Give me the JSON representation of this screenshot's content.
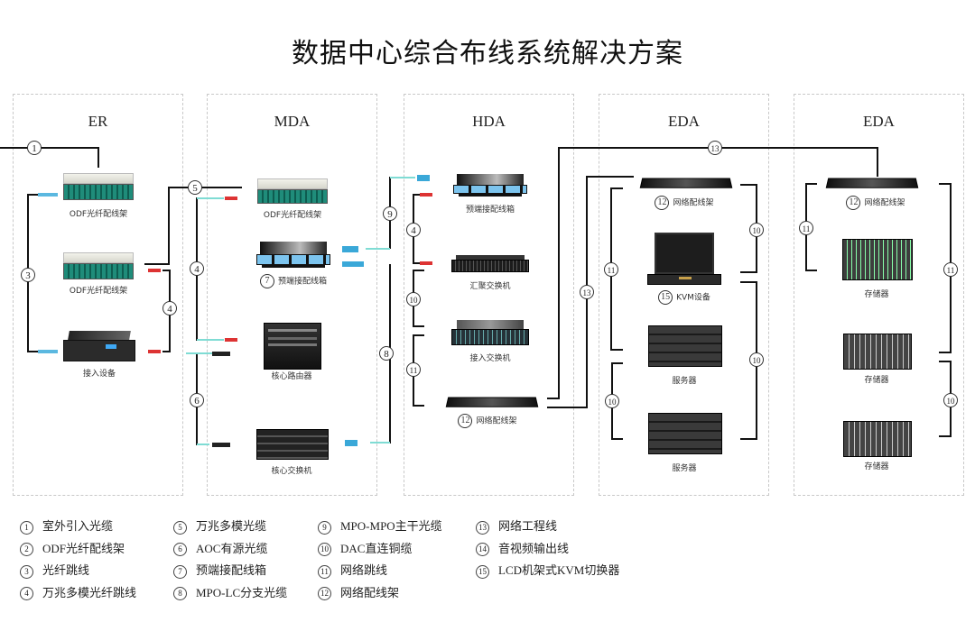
{
  "title": "数据中心综合布线系统解决方案",
  "zones": [
    {
      "id": "er",
      "label": "ER"
    },
    {
      "id": "mda",
      "label": "MDA"
    },
    {
      "id": "hda",
      "label": "HDA"
    },
    {
      "id": "eda1",
      "label": "EDA"
    },
    {
      "id": "eda2",
      "label": "EDA"
    }
  ],
  "devices": {
    "er_odf1": {
      "label": "ODF光纤配线架",
      "type": "odf"
    },
    "er_odf2": {
      "label": "ODF光纤配线架",
      "type": "odf"
    },
    "er_access": {
      "label": "接入设备",
      "type": "access"
    },
    "mda_odf": {
      "label": "ODF光纤配线架",
      "type": "odf"
    },
    "mda_preterm": {
      "label": "预端接配线箱",
      "num": "7",
      "type": "preterm"
    },
    "mda_router": {
      "label": "核心路由器",
      "type": "router"
    },
    "mda_coreswitch": {
      "label": "核心交换机",
      "type": "coreswitch"
    },
    "hda_preterm": {
      "label": "预端接配线箱",
      "type": "preterm"
    },
    "hda_aggswitch": {
      "label": "汇聚交换机",
      "type": "switch"
    },
    "hda_accswitch": {
      "label": "接入交换机",
      "type": "switch"
    },
    "hda_patch": {
      "label": "网络配线架",
      "num": "12",
      "type": "patch"
    },
    "eda1_patch": {
      "label": "网络配线架",
      "num": "12",
      "type": "patch"
    },
    "eda1_kvm": {
      "label": "KVM设备",
      "num": "15",
      "type": "kvm"
    },
    "eda1_server1": {
      "label": "服务器",
      "type": "server"
    },
    "eda1_server2": {
      "label": "服务器",
      "type": "server"
    },
    "eda2_patch": {
      "label": "网络配线架",
      "num": "12",
      "type": "patch"
    },
    "eda2_storage1": {
      "label": "存储器",
      "type": "storage"
    },
    "eda2_storage2": {
      "label": "存储器",
      "type": "storage"
    },
    "eda2_storage3": {
      "label": "存储器",
      "type": "storage"
    }
  },
  "cable_markers": [
    "1",
    "3",
    "4",
    "4",
    "5",
    "6",
    "7",
    "8",
    "9",
    "4",
    "10",
    "11",
    "12",
    "13",
    "13",
    "11",
    "10",
    "15",
    "10",
    "10",
    "12",
    "11",
    "11",
    "10"
  ],
  "legend": [
    [
      {
        "num": "1",
        "text": "室外引入光缆"
      },
      {
        "num": "2",
        "text": "ODF光纤配线架"
      },
      {
        "num": "3",
        "text": "光纤跳线"
      },
      {
        "num": "4",
        "text": "万兆多模光纤跳线"
      }
    ],
    [
      {
        "num": "5",
        "text": "万兆多模光缆"
      },
      {
        "num": "6",
        "text": "AOC有源光缆"
      },
      {
        "num": "7",
        "text": "预端接配线箱"
      },
      {
        "num": "8",
        "text": "MPO-LC分支光缆"
      }
    ],
    [
      {
        "num": "9",
        "text": "MPO-MPO主干光缆"
      },
      {
        "num": "10",
        "text": "DAC直连铜缆"
      },
      {
        "num": "11",
        "text": "网络跳线"
      },
      {
        "num": "12",
        "text": "网络配线架"
      }
    ],
    [
      {
        "num": "13",
        "text": "网络工程线"
      },
      {
        "num": "14",
        "text": "音视频输出线"
      },
      {
        "num": "15",
        "text": "LCD机架式KVM切换器"
      }
    ]
  ],
  "colors": {
    "line": "#111111",
    "fiber_aqua": "#7fdcd4",
    "box_border": "#c8c8c8"
  }
}
